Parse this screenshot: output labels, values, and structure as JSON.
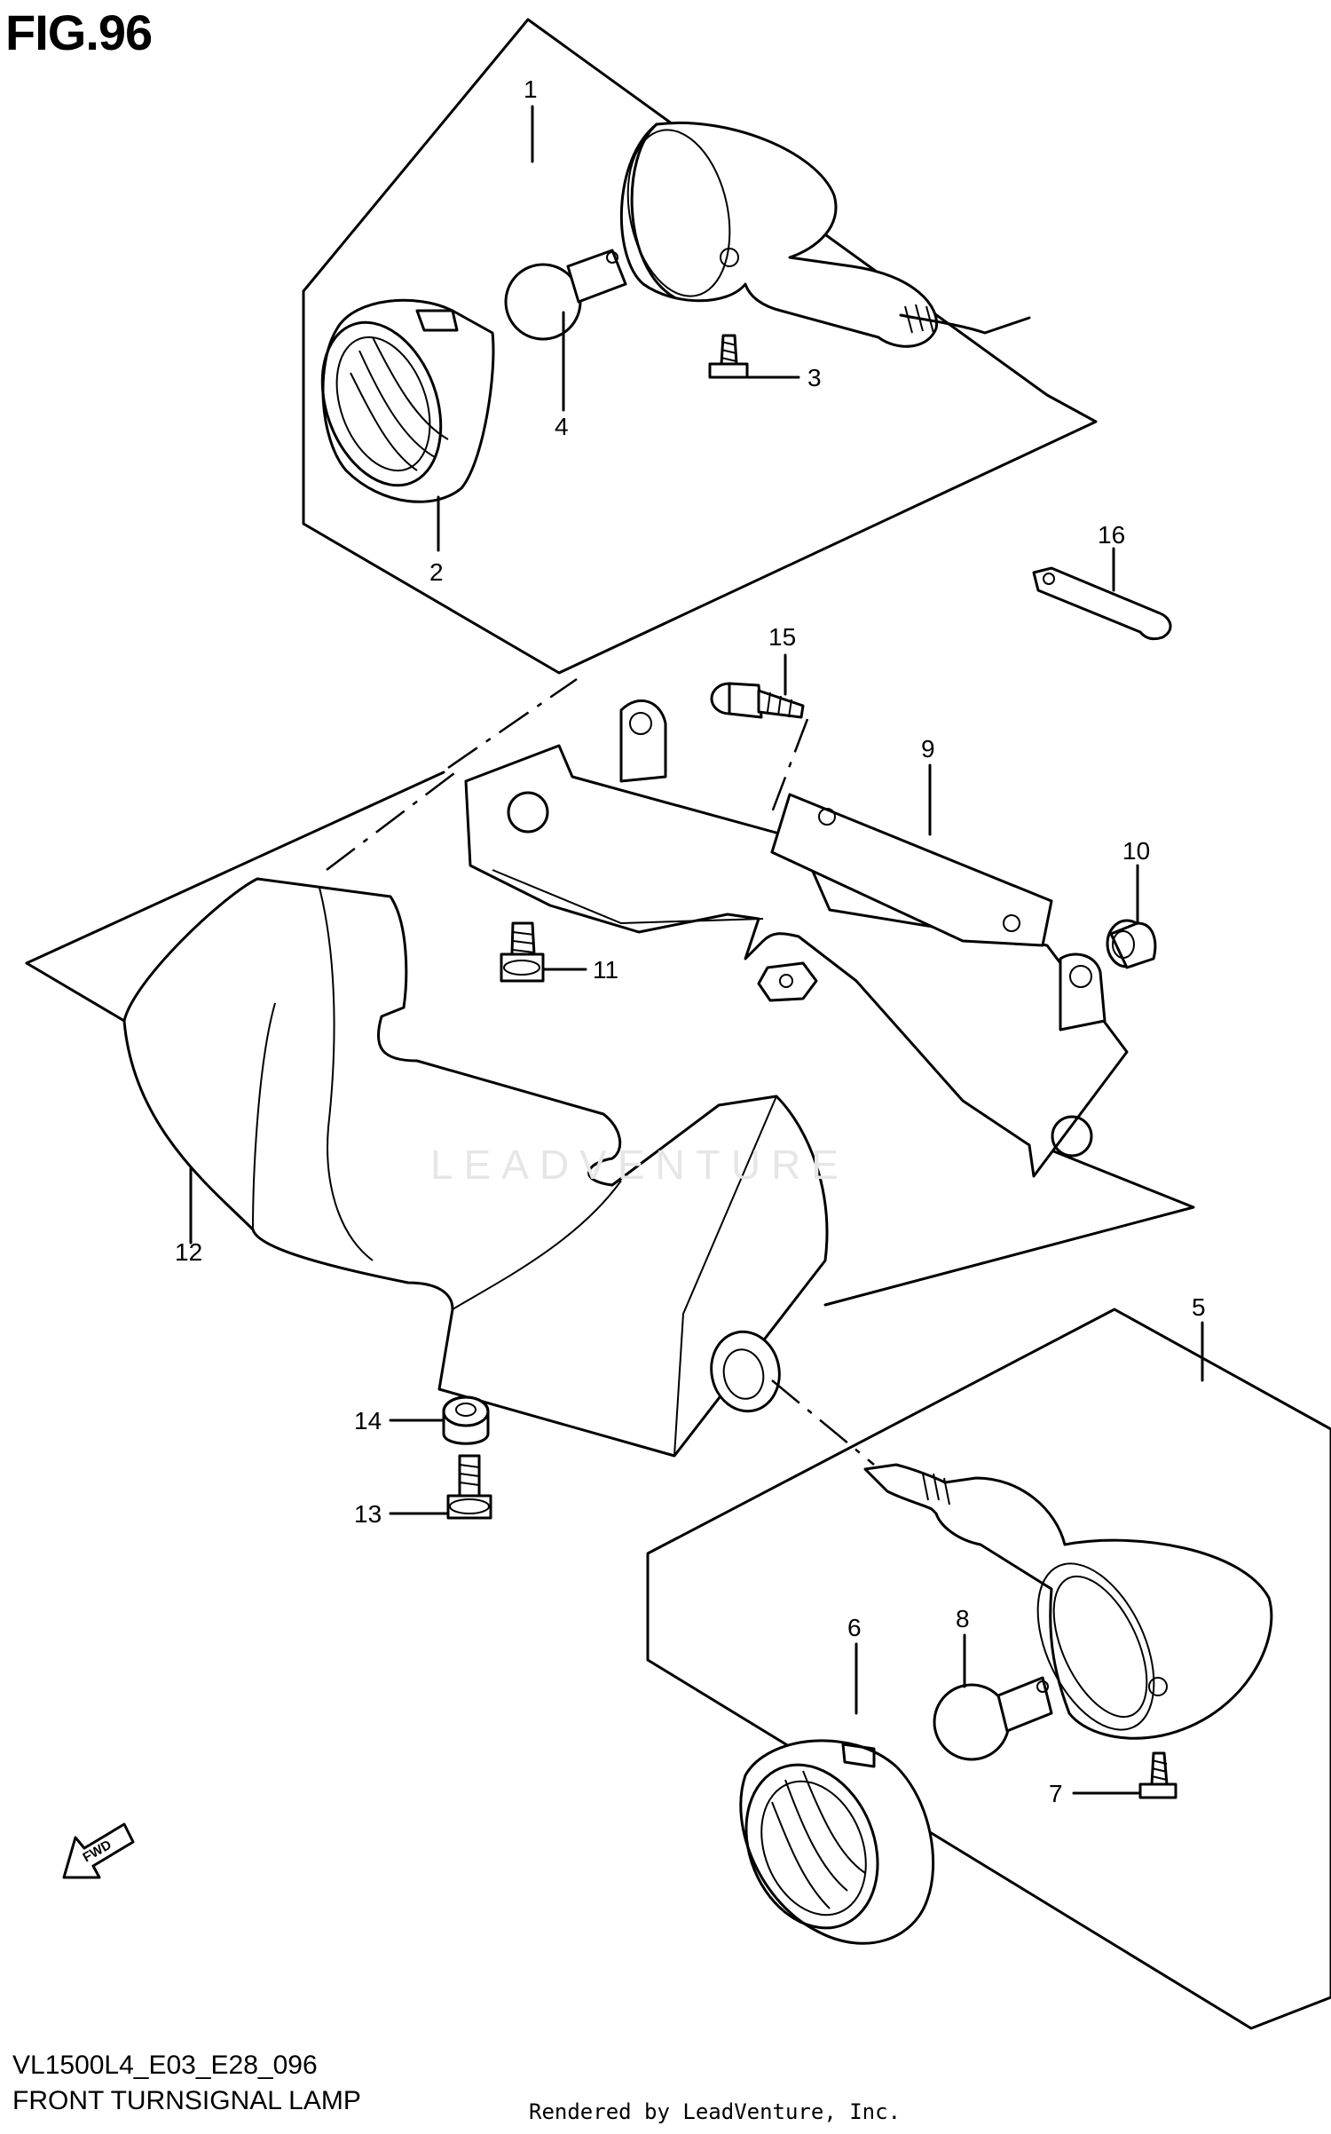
{
  "figure": {
    "title": "FIG.96",
    "model_code": "VL1500L4_E03_E28_096",
    "assembly_name": "FRONT TURNSIGNAL LAMP",
    "credit": "Rendered by LeadVenture, Inc.",
    "watermark": "LEADVENTURE",
    "fwd_label": "FWD"
  },
  "callouts": [
    {
      "id": "1",
      "label": "1"
    },
    {
      "id": "2",
      "label": "2"
    },
    {
      "id": "3",
      "label": "3"
    },
    {
      "id": "4",
      "label": "4"
    },
    {
      "id": "5",
      "label": "5"
    },
    {
      "id": "6",
      "label": "6"
    },
    {
      "id": "7",
      "label": "7"
    },
    {
      "id": "8",
      "label": "8"
    },
    {
      "id": "9",
      "label": "9"
    },
    {
      "id": "10",
      "label": "10"
    },
    {
      "id": "11",
      "label": "11"
    },
    {
      "id": "12",
      "label": "12"
    },
    {
      "id": "13",
      "label": "13"
    },
    {
      "id": "14",
      "label": "14"
    },
    {
      "id": "15",
      "label": "15"
    },
    {
      "id": "16",
      "label": "16"
    }
  ]
}
